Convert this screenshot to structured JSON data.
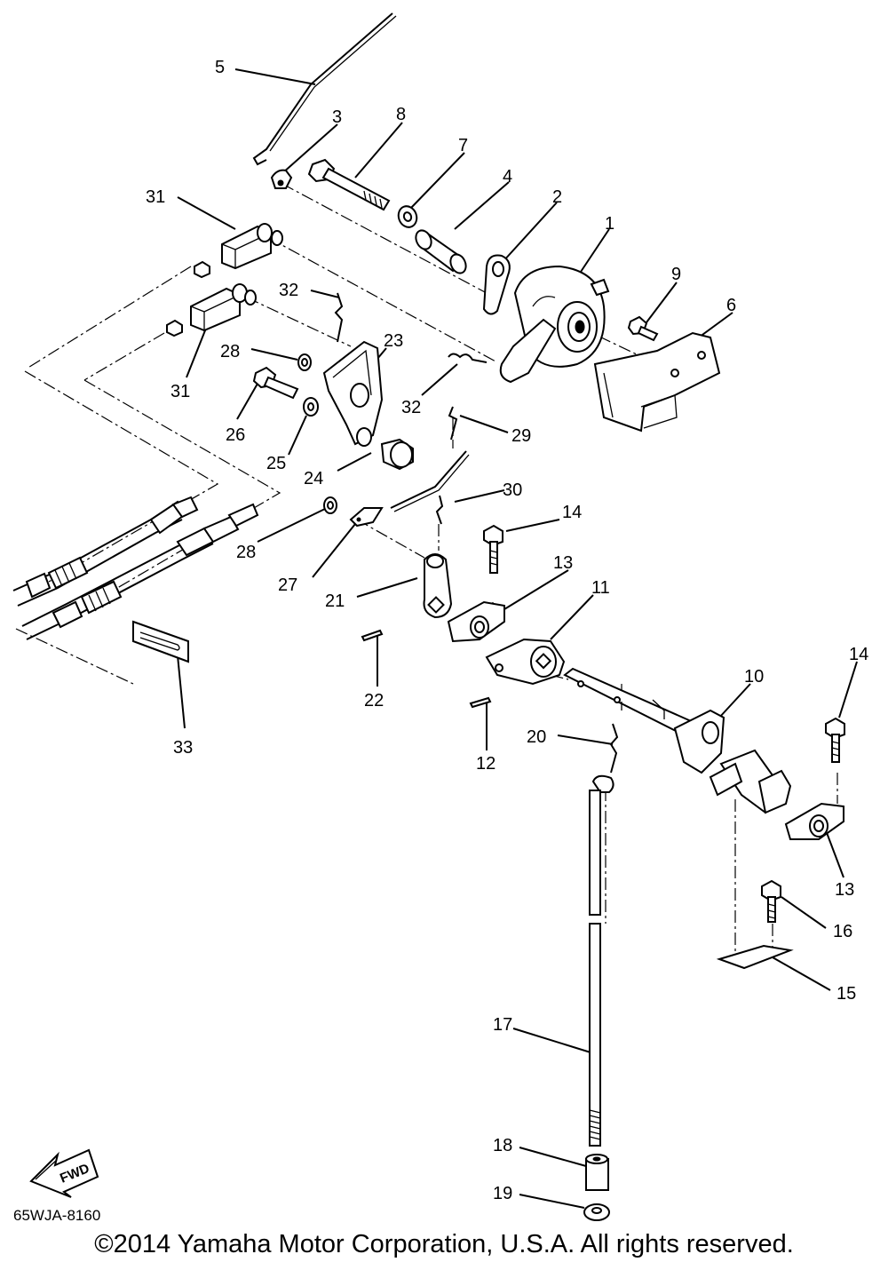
{
  "diagram": {
    "code": "65WJA-8160",
    "fwd_label": "FWD",
    "callouts": {
      "c1": "1",
      "c2": "2",
      "c3": "3",
      "c4": "4",
      "c5": "5",
      "c6": "6",
      "c7": "7",
      "c8": "8",
      "c9": "9",
      "c10": "10",
      "c11": "11",
      "c12": "12",
      "c13a": "13",
      "c13b": "13",
      "c14a": "14",
      "c14b": "14",
      "c15": "15",
      "c16": "16",
      "c17": "17",
      "c18": "18",
      "c19": "19",
      "c20": "20",
      "c21": "21",
      "c22": "22",
      "c23": "23",
      "c24": "24",
      "c25": "25",
      "c26": "26",
      "c27": "27",
      "c28a": "28",
      "c28b": "28",
      "c29": "29",
      "c30": "30",
      "c31a": "31",
      "c31b": "31",
      "c32a": "32",
      "c32b": "32",
      "c33": "33"
    }
  },
  "copyright": "©2014 Yamaha Motor Corporation, U.S.A. All rights reserved."
}
